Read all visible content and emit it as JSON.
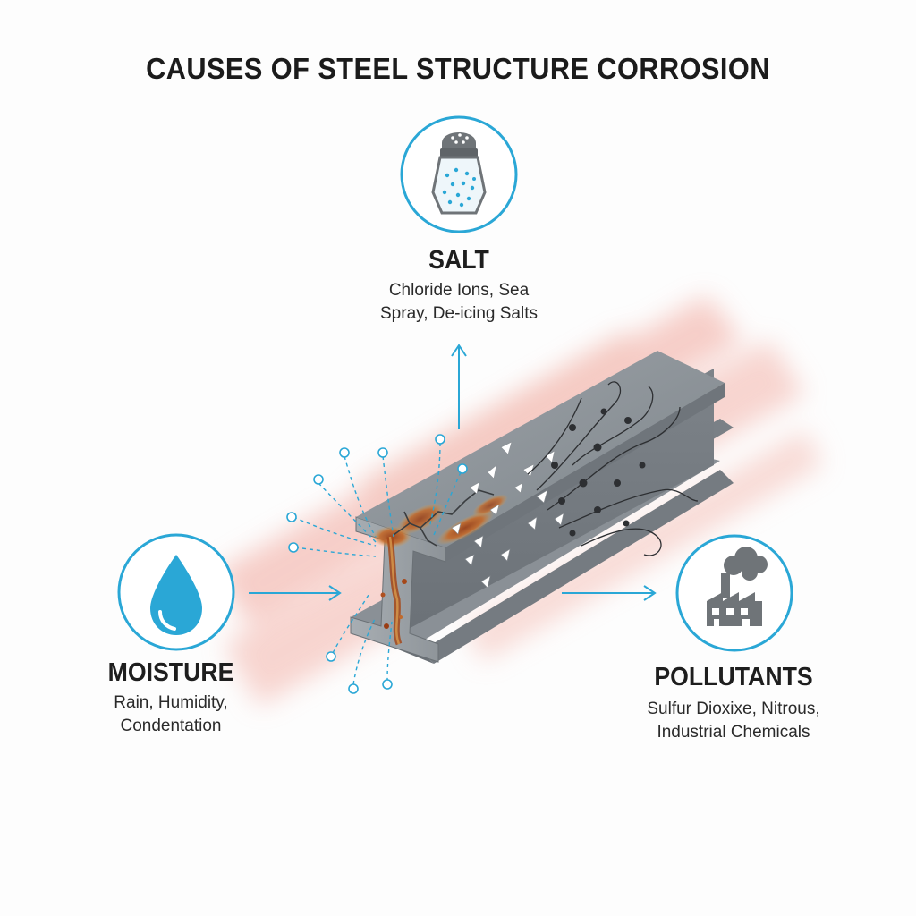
{
  "title": "CAUSES OF STEEL STRUCTURE CORROSION",
  "colors": {
    "accent": "#2aa7d6",
    "steel": "#8c9297",
    "rust": "#b4521d",
    "haze": "#f2b8b0",
    "icon_gray": "#6f7478"
  },
  "factors": {
    "salt": {
      "icon": "salt-shaker-icon",
      "name": "SALT",
      "desc_lines": [
        "Chloride Ions, Sea",
        "Spray, De-icing Salts"
      ]
    },
    "moisture": {
      "icon": "water-drop-icon",
      "name": "MOISTURE",
      "desc_lines": [
        "Rain, Humidity,",
        "Condentation"
      ]
    },
    "pollutants": {
      "icon": "factory-icon",
      "name": "POLLUTANTS",
      "desc_lines": [
        "Sulfur Dioxixe, Nitrous,",
        "Industrial Chemicals"
      ]
    }
  }
}
